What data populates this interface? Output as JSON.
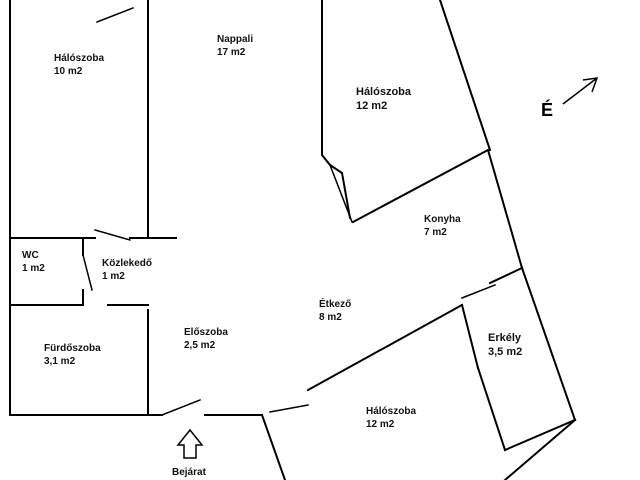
{
  "rooms": [
    {
      "name": "Hálószoba",
      "area": "10 m2"
    },
    {
      "name": "Nappali",
      "area": "17 m2"
    },
    {
      "name": "Hálószoba",
      "area": "12 m2"
    },
    {
      "name": "WC",
      "area": "1 m2"
    },
    {
      "name": "Közlekedő",
      "area": "1 m2"
    },
    {
      "name": "Konyha",
      "area": "7 m2"
    },
    {
      "name": "Étkező",
      "area": "8 m2"
    },
    {
      "name": "Fürdőszoba",
      "area": "3,1 m2"
    },
    {
      "name": "Előszoba",
      "area": "2,5 m2"
    },
    {
      "name": "Erkély",
      "area": "3,5 m2"
    },
    {
      "name": "Hálószoba",
      "area": "12 m2"
    }
  ],
  "entrance": {
    "label": "Bejárat"
  },
  "north": {
    "label": "É"
  },
  "colors": {
    "wall": "#000000",
    "background": "#ffffff"
  },
  "icons": {
    "entrance": "up-arrow-outline-icon",
    "north": "north-arrow-icon"
  }
}
